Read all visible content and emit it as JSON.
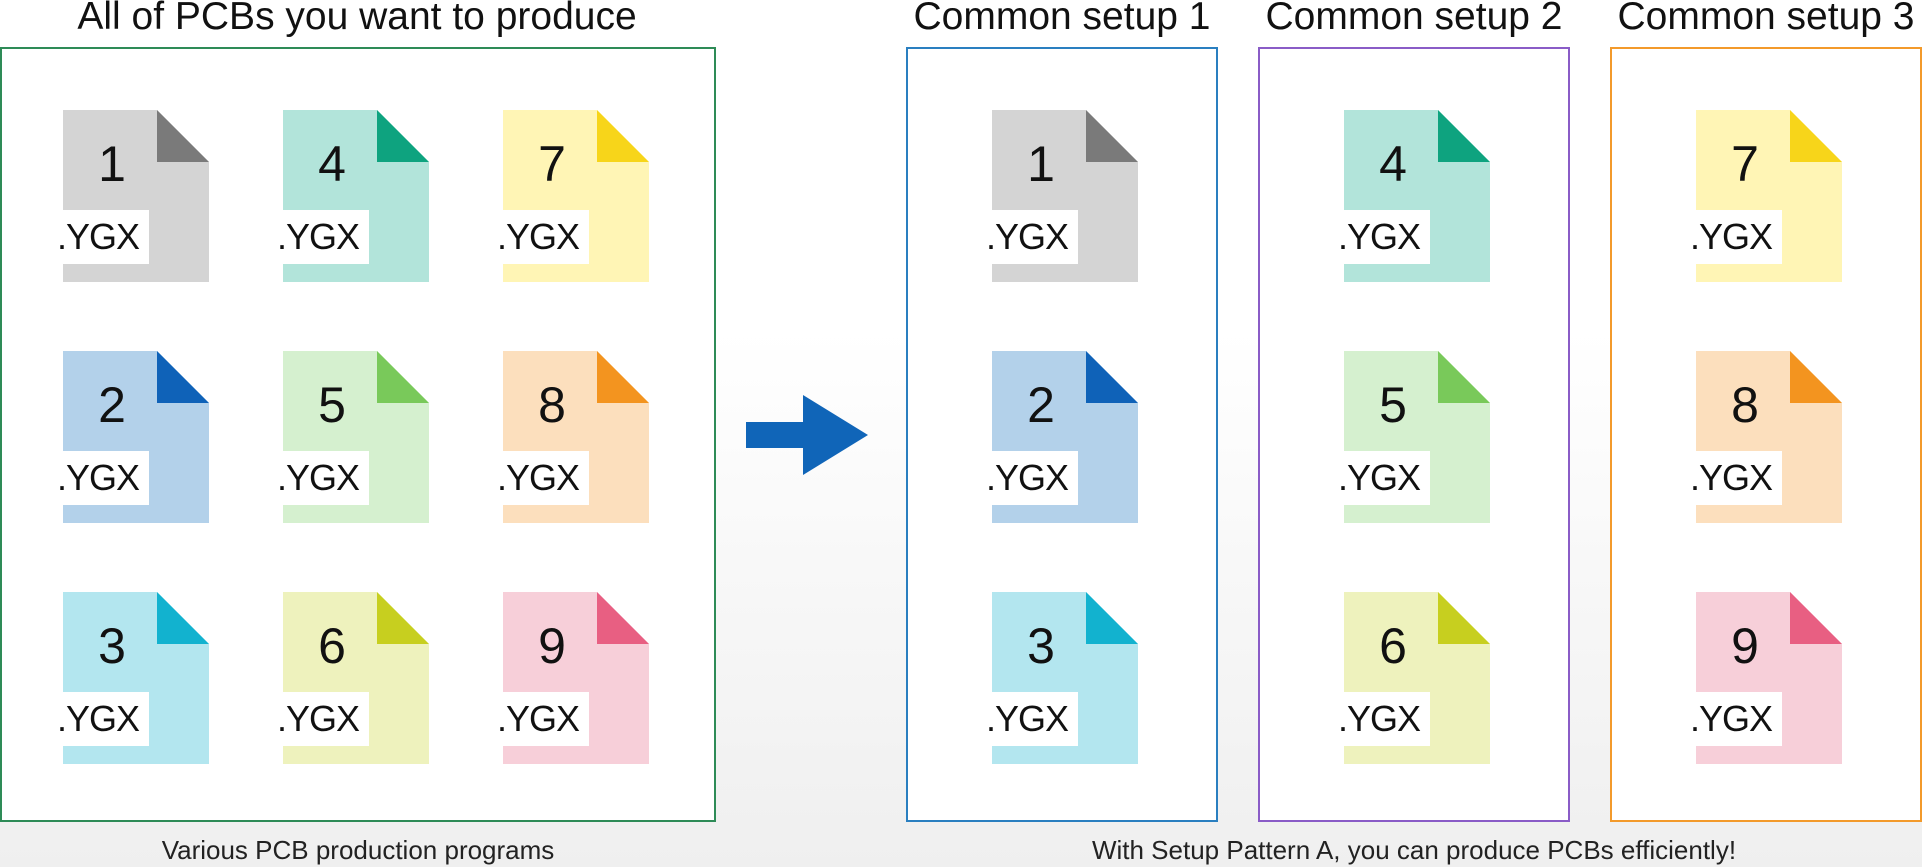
{
  "left_group": {
    "title": "All of PCBs you want to produce",
    "caption": "Various PCB production programs",
    "border_color": "#2e8b57"
  },
  "right_caption": "With Setup Pattern A, you can produce PCBs efficiently!",
  "setups": [
    {
      "title": "Common setup 1",
      "border_color": "#2a7fc0"
    },
    {
      "title": "Common setup 2",
      "border_color": "#8a5cc7"
    },
    {
      "title": "Common setup 3",
      "border_color": "#f39a2b"
    }
  ],
  "arrow_color": "#1065b8",
  "extension": ".YGX",
  "files": [
    {
      "number": "1",
      "body": "#d4d4d4",
      "corner": "#7a7a7a"
    },
    {
      "number": "2",
      "body": "#b3d1ea",
      "corner": "#0f62b8"
    },
    {
      "number": "3",
      "body": "#b3e6ef",
      "corner": "#12b2cf"
    },
    {
      "number": "4",
      "body": "#b2e4da",
      "corner": "#0ea37f"
    },
    {
      "number": "5",
      "body": "#d5f0cf",
      "corner": "#79c95a"
    },
    {
      "number": "6",
      "body": "#eef2bd",
      "corner": "#c7cf1f"
    },
    {
      "number": "7",
      "body": "#fff5b5",
      "corner": "#f7d51a"
    },
    {
      "number": "8",
      "body": "#fcdfbd",
      "corner": "#f3941f"
    },
    {
      "number": "9",
      "body": "#f7cfd9",
      "corner": "#e85f82"
    }
  ]
}
